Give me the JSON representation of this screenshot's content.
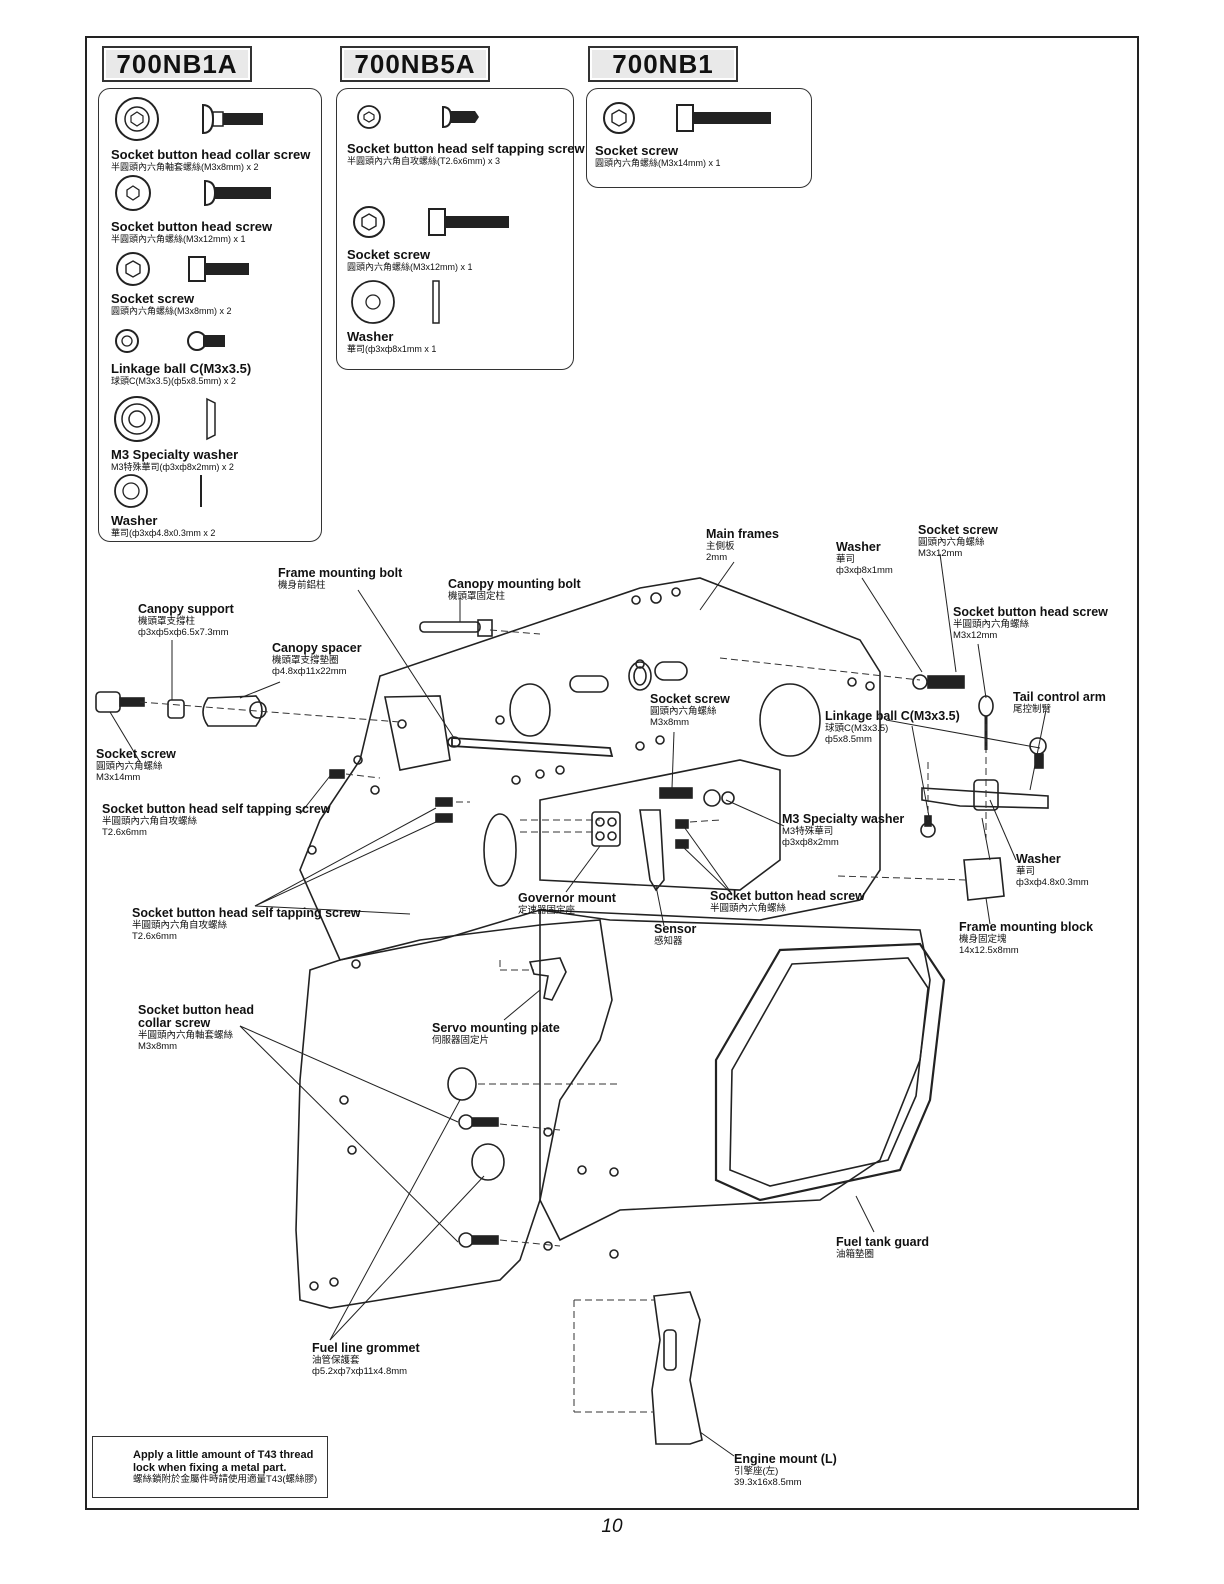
{
  "packages": [
    {
      "code": "700NB1A",
      "parts": [
        {
          "name": "Socket button head collar screw",
          "spec": "半圓頭內六角軸套螺絲(M3x8mm) x 2",
          "icon": "button-collar-screw-icon"
        },
        {
          "name": "Socket button head screw",
          "spec": "半圓頭內六角螺絲(M3x12mm) x 1",
          "icon": "button-head-screw-icon"
        },
        {
          "name": "Socket screw",
          "spec": "圓頭內六角螺絲(M3x8mm) x 2",
          "icon": "socket-screw-icon"
        },
        {
          "name": "Linkage ball C(M3x3.5)",
          "spec": "球頭C(M3x3.5)(ф5x8.5mm) x 2",
          "icon": "linkage-ball-icon"
        },
        {
          "name": "M3 Specialty washer",
          "spec": "M3特殊華司(ф3xф8x2mm) x 2",
          "icon": "specialty-washer-icon"
        },
        {
          "name": "Washer",
          "spec": "華司(ф3xф4.8x0.3mm x 2",
          "icon": "washer-icon"
        }
      ]
    },
    {
      "code": "700NB5A",
      "parts": [
        {
          "name": "Socket button head self tapping screw",
          "spec": "半圓頭內六角自攻螺絲(T2.6x6mm) x 3",
          "icon": "self-tapping-screw-icon"
        },
        {
          "name": "Socket screw",
          "spec": "圓頭內六角螺絲(M3x12mm) x 1",
          "icon": "socket-screw-icon"
        },
        {
          "name": "Washer",
          "spec": "華司(ф3xф8x1mm x 1",
          "icon": "washer-icon"
        }
      ]
    },
    {
      "code": "700NB1",
      "parts": [
        {
          "name": "Socket screw",
          "spec": "圓頭內六角螺絲(M3x14mm) x 1",
          "icon": "socket-screw-icon"
        }
      ]
    }
  ],
  "callouts": {
    "main_frames": {
      "name": "Main frames",
      "zh": "主側板",
      "spec": "2mm"
    },
    "washer_top": {
      "name": "Washer",
      "zh": "華司",
      "spec": "ф3xф8x1mm"
    },
    "socket_screw_top": {
      "name": "Socket screw",
      "zh": "圓頭內六角螺絲",
      "spec": "M3x12mm"
    },
    "frame_mounting_bolt": {
      "name": "Frame mounting bolt",
      "zh": "機身前鋁柱",
      "spec": ""
    },
    "canopy_mounting_bolt": {
      "name": "Canopy mounting bolt",
      "zh": "機頭罩固定柱",
      "spec": ""
    },
    "canopy_support": {
      "name": "Canopy support",
      "zh": "機頭罩支撐柱",
      "spec": "ф3xф5xф6.5x7.3mm"
    },
    "canopy_spacer": {
      "name": "Canopy spacer",
      "zh": "機頭罩支撐墊圈",
      "spec": "ф4.8xф11x22mm"
    },
    "socket_button_head_screw_right": {
      "name": "Socket button head screw",
      "zh": "半圓頭內六角螺絲",
      "spec": "M3x12mm"
    },
    "tail_control_arm": {
      "name": "Tail control arm",
      "zh": "尾控制臂",
      "spec": ""
    },
    "socket_screw_mid": {
      "name": "Socket screw",
      "zh": "圓頭內六角螺絲",
      "spec": "M3x8mm"
    },
    "linkage_ball": {
      "name": "Linkage ball C(M3x3.5)",
      "zh": "球頭C(M3x3.5)",
      "spec": "ф5x8.5mm"
    },
    "socket_screw_left": {
      "name": "Socket screw",
      "zh": "圓頭內六角螺絲",
      "spec": "M3x14mm"
    },
    "self_tapping_upper": {
      "name": "Socket button head self tapping screw",
      "zh": "半圓頭內六角自攻螺絲",
      "spec": "T2.6x6mm"
    },
    "m3_specialty_washer": {
      "name": "M3 Specialty washer",
      "zh": "M3特殊華司",
      "spec": "ф3xф8x2mm"
    },
    "washer_right": {
      "name": "Washer",
      "zh": "華司",
      "spec": "ф3xф4.8x0.3mm"
    },
    "governor_mount": {
      "name": "Governor mount",
      "zh": "定速器固定座",
      "spec": ""
    },
    "socket_button_head_screw_mid": {
      "name": "Socket button head screw",
      "zh": "半圓頭內六角螺絲",
      "spec": ""
    },
    "self_tapping_lower": {
      "name": "Socket button head self tapping screw",
      "zh": "半圓頭內六角自攻螺絲",
      "spec": "T2.6x6mm"
    },
    "sensor": {
      "name": "Sensor",
      "zh": "感知器",
      "spec": ""
    },
    "frame_mounting_block": {
      "name": "Frame mounting block",
      "zh": "機身固定塊",
      "spec": "14x12.5x8mm"
    },
    "socket_button_head_collar": {
      "name": "Socket button head",
      "name2": "collar screw",
      "zh": "半圓頭內六角軸套螺絲",
      "spec": "M3x8mm"
    },
    "servo_mounting_plate": {
      "name": "Servo mounting plate",
      "zh": "伺服器固定片",
      "spec": ""
    },
    "fuel_tank_guard": {
      "name": "Fuel tank guard",
      "zh": "油箱墊圈",
      "spec": ""
    },
    "fuel_line_grommet": {
      "name": "Fuel line grommet",
      "zh": "油管保護套",
      "spec": "ф5.2xф7xф11x4.8mm"
    },
    "engine_mount": {
      "name": "Engine mount (L)",
      "zh": "引擎座(左)",
      "spec": "39.3x16x8.5mm"
    }
  },
  "note": {
    "line1": "Apply a little amount of T43 thread",
    "line2": "lock when fixing a metal part.",
    "zh": "螺絲鎖附於金屬件時請使用適量T43(螺絲膠)"
  },
  "page_number": "10"
}
